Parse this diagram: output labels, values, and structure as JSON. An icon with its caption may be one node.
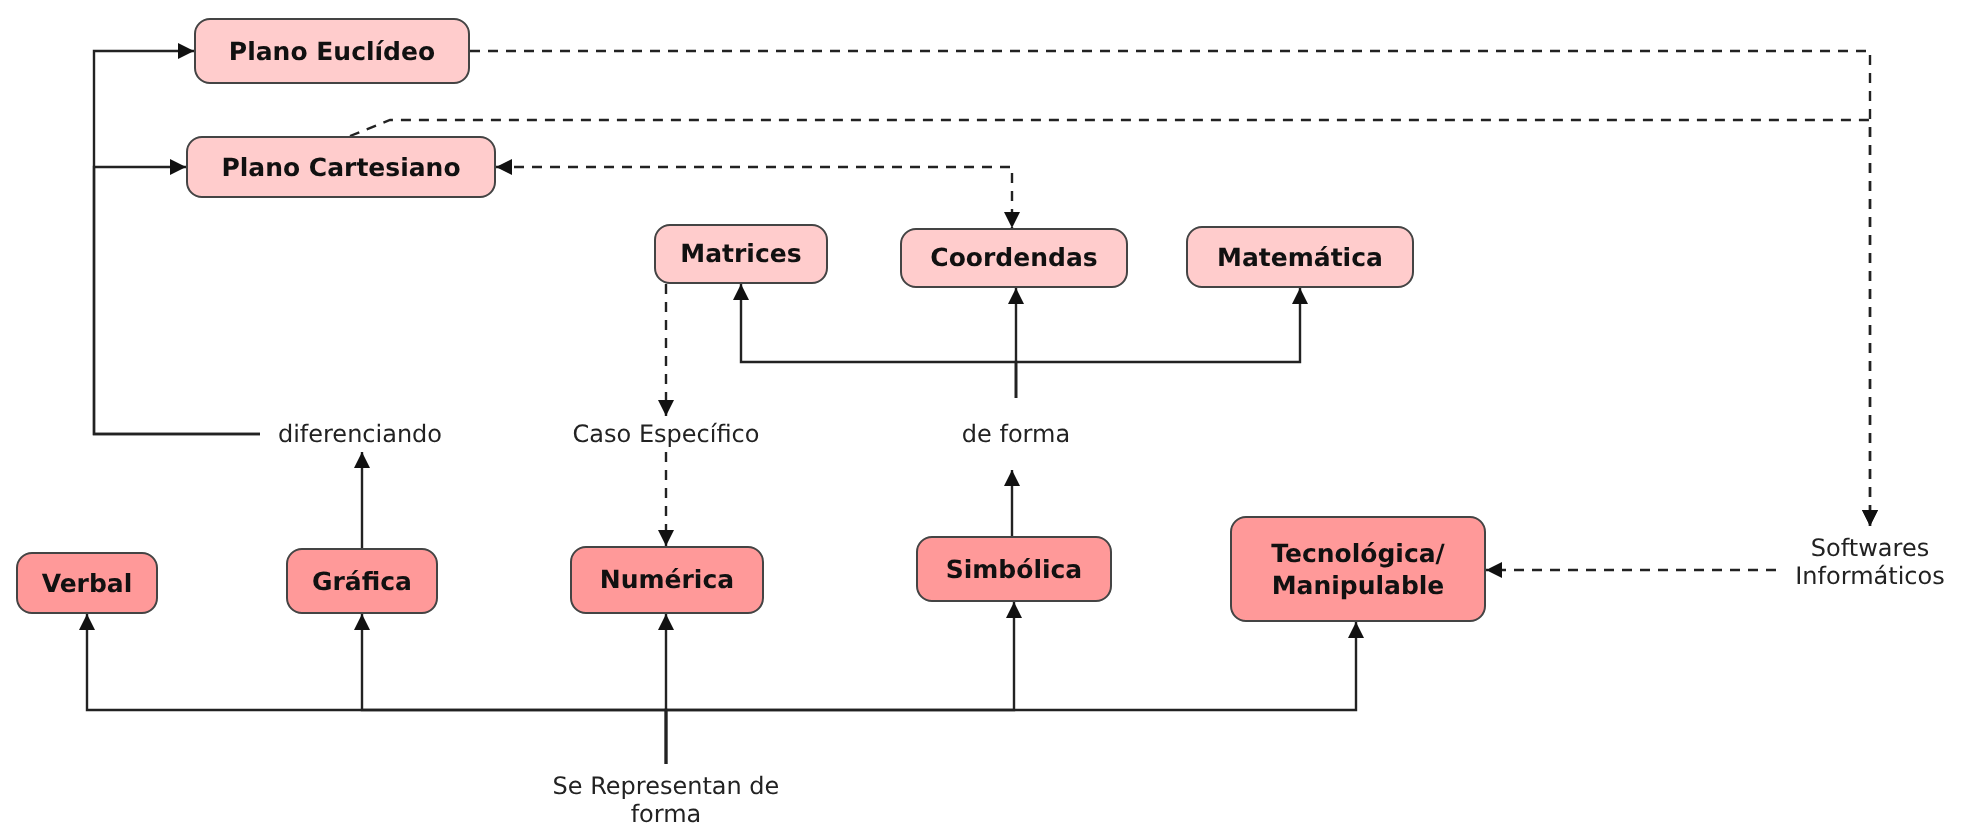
{
  "diagram": {
    "nodes": [
      {
        "text": [
          "Plano Euclídeo"
        ]
      },
      {
        "text": [
          "Plano Cartesiano"
        ]
      },
      {
        "text": [
          "Matrices"
        ]
      },
      {
        "text": [
          "Coordendas"
        ]
      },
      {
        "text": [
          "Matemática"
        ]
      },
      {
        "text": [
          "diferenciando"
        ]
      },
      {
        "text": [
          "Caso Específico"
        ]
      },
      {
        "text": [
          "de forma"
        ]
      },
      {
        "text": [
          "Verbal"
        ]
      },
      {
        "text": [
          "Gráfica"
        ]
      },
      {
        "text": [
          "Numérica"
        ]
      },
      {
        "text": [
          "Simbólica"
        ]
      },
      {
        "text": [
          "Tecnológica/ Manipulable"
        ]
      },
      {
        "text": [
          "Softwares Informáticos"
        ]
      },
      {
        "text": [
          "Se Representan de forma"
        ]
      }
    ],
    "edges": [
      {
        "from": 14,
        "to": 8,
        "arrow": "to"
      },
      {
        "from": 14,
        "to": 9,
        "arrow": "to"
      },
      {
        "from": 14,
        "to": 10,
        "arrow": "to"
      },
      {
        "from": 14,
        "to": 11,
        "arrow": "to"
      },
      {
        "from": 14,
        "to": 12,
        "arrow": "to"
      },
      {
        "from": 9,
        "to": 5,
        "arrow": "to"
      },
      {
        "from": 5,
        "to": 0,
        "arrow": "to"
      },
      {
        "from": 5,
        "to": 1,
        "arrow": "to"
      },
      {
        "from": 2,
        "to": 6,
        "arrow": "to",
        "style": "dashed"
      },
      {
        "from": 6,
        "to": 10,
        "arrow": "to",
        "style": "dashed"
      },
      {
        "from": 11,
        "to": 7,
        "arrow": "to"
      },
      {
        "from": 7,
        "to": 2,
        "arrow": "to"
      },
      {
        "from": 7,
        "to": 3,
        "arrow": "to"
      },
      {
        "from": 7,
        "to": 4,
        "arrow": "to"
      },
      {
        "from": 0,
        "to": 13,
        "arrow": "to",
        "style": "dashed"
      },
      {
        "from": 1,
        "to": 13,
        "arrow": "to",
        "style": "dashed"
      },
      {
        "from": 13,
        "to": 12,
        "arrow": "to",
        "style": "dashed"
      },
      {
        "from": 1,
        "to": 3,
        "arrow": "both",
        "style": "dashed"
      }
    ]
  }
}
